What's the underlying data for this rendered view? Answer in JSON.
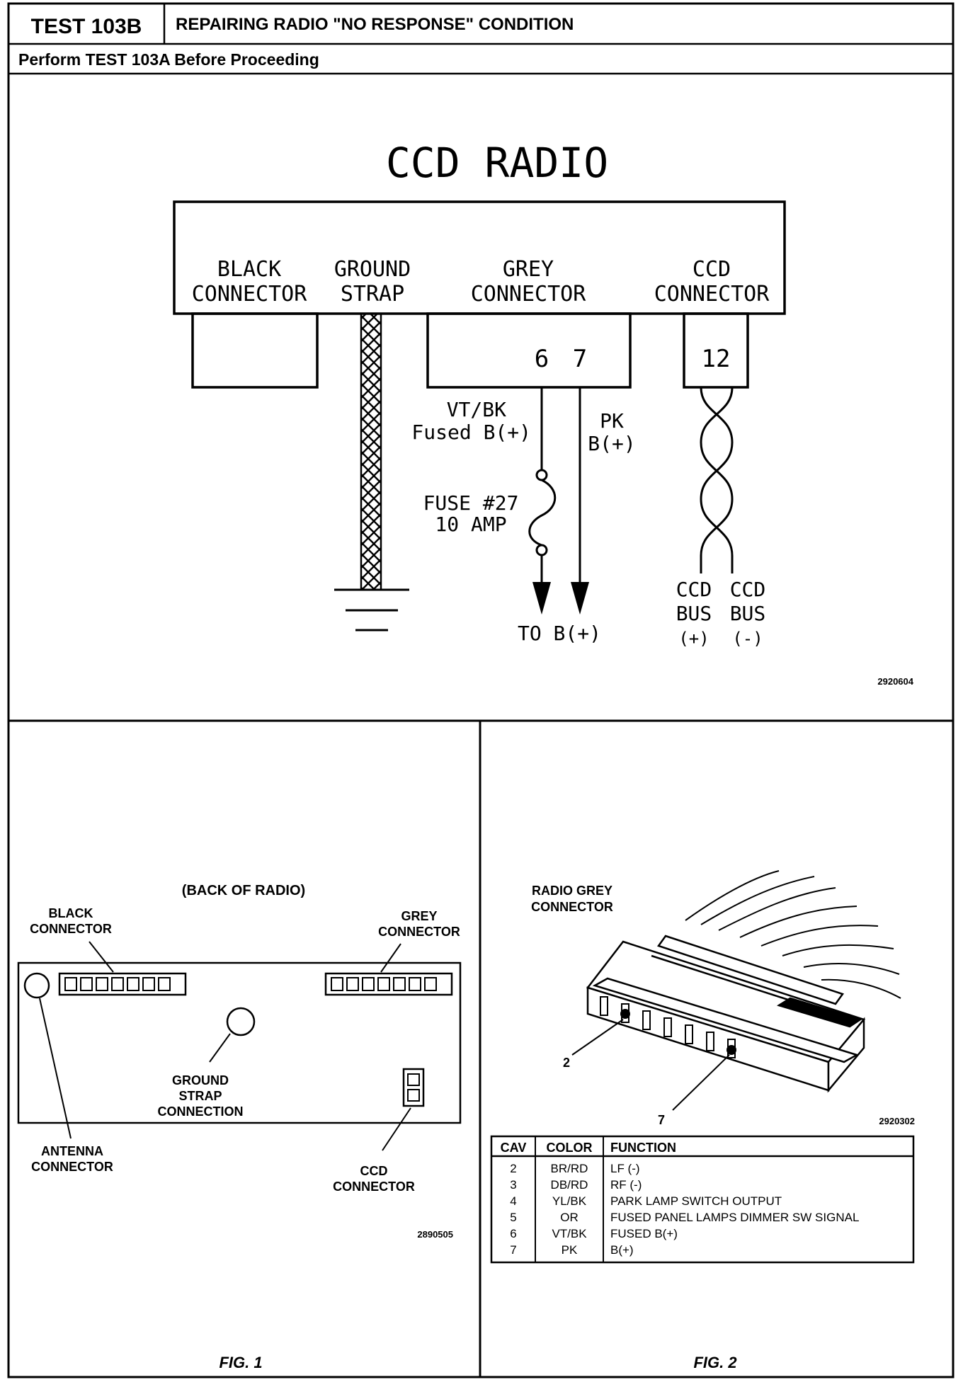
{
  "header": {
    "test_id": "TEST 103B",
    "title": "REPAIRING RADIO \"NO RESPONSE\" CONDITION",
    "subtitle": "Perform TEST 103A Before Proceeding"
  },
  "schematic": {
    "title": "CCD RADIO",
    "black_connector": [
      "BLACK",
      "CONNECTOR"
    ],
    "ground_strap": [
      "GROUND",
      "STRAP"
    ],
    "grey_connector": [
      "GREY",
      "CONNECTOR"
    ],
    "ccd_connector": [
      "CCD",
      "CONNECTOR"
    ],
    "pin_6": "6",
    "pin_7": "7",
    "pin_12": "12",
    "wire_vt_bk": [
      "VT/BK",
      "Fused B(+)"
    ],
    "wire_pk": [
      "PK",
      "B(+)"
    ],
    "fuse": [
      "FUSE #27",
      "10 AMP"
    ],
    "to_b_plus": "TO B(+)",
    "ccd_bus_plus": [
      "CCD",
      "BUS",
      "(+)"
    ],
    "ccd_bus_minus": [
      "CCD",
      "BUS",
      "(-)"
    ],
    "figure_code": "2920604"
  },
  "fig1": {
    "caption": "FIG. 1",
    "back_of_radio": "(BACK OF RADIO)",
    "black_connector": [
      "BLACK",
      "CONNECTOR"
    ],
    "grey_connector": [
      "GREY",
      "CONNECTOR"
    ],
    "ground_strap_connection": [
      "GROUND",
      "STRAP",
      "CONNECTION"
    ],
    "antenna_connector": [
      "ANTENNA",
      "CONNECTOR"
    ],
    "ccd_connector": [
      "CCD",
      "CONNECTOR"
    ],
    "figure_code": "2890505"
  },
  "fig2": {
    "caption": "FIG. 2",
    "radio_grey_connector": [
      "RADIO GREY",
      "CONNECTOR"
    ],
    "callout_2": "2",
    "callout_7": "7",
    "figure_code": "2920302",
    "table": {
      "headers": [
        "CAV",
        "COLOR",
        "FUNCTION"
      ],
      "rows": [
        [
          "2",
          "BR/RD",
          "LF (-)"
        ],
        [
          "3",
          "DB/RD",
          "RF (-)"
        ],
        [
          "4",
          "YL/BK",
          "PARK LAMP SWITCH OUTPUT"
        ],
        [
          "5",
          "OR",
          "FUSED PANEL LAMPS DIMMER SW SIGNAL"
        ],
        [
          "6",
          "VT/BK",
          "FUSED B(+)"
        ],
        [
          "7",
          "PK",
          "B(+)"
        ]
      ]
    }
  }
}
